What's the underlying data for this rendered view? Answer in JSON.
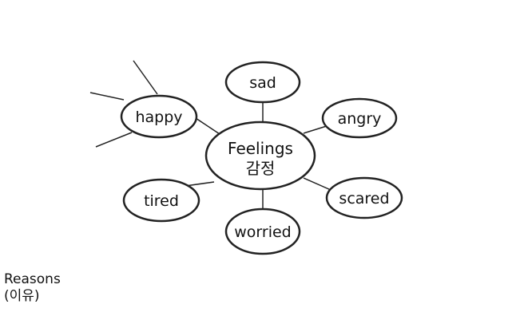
{
  "mindmap": {
    "center": {
      "line1": "Feelings",
      "line2": "감정"
    },
    "nodes": {
      "sad": "sad",
      "angry": "angry",
      "happy": "happy",
      "tired": "tired",
      "worried": "worried",
      "scared": "scared"
    }
  },
  "reasons": {
    "title": "Reasons",
    "subtitle": "(이유)"
  }
}
